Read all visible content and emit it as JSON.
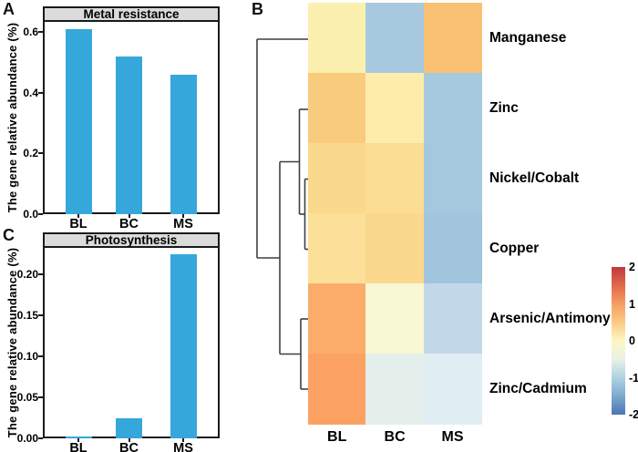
{
  "panels": {
    "a": "A",
    "b": "B",
    "c": "C"
  },
  "style": {
    "bar_color": "#35A7DB",
    "header_fill": "#DBDBDB",
    "border_color": "#1A1A1A",
    "dendrogram_color": "#3F3F3F"
  },
  "chart_data": [
    {
      "id": "metal",
      "type": "bar",
      "title": "Metal resistance",
      "ylabel": "The gene relative abundance (%)",
      "categories": [
        "BL",
        "BC",
        "MS"
      ],
      "values": [
        0.61,
        0.52,
        0.46
      ],
      "yticks": [
        0.0,
        0.2,
        0.4,
        0.6
      ],
      "ytick_labels": [
        "0.0",
        "0.2",
        "0.4",
        "0.6"
      ],
      "ylim": [
        0,
        0.63
      ],
      "grid": false,
      "legend": "none"
    },
    {
      "id": "heatmap",
      "type": "heatmap",
      "columns": [
        "BL",
        "BC",
        "MS"
      ],
      "rows": [
        "Manganese",
        "Zinc",
        "Nickel/Cobalt",
        "Copper",
        "Arsenic/Antimony",
        "Zinc/Cadmium"
      ],
      "values_zscore": [
        [
          0.3,
          -1.0,
          0.85
        ],
        [
          0.85,
          0.3,
          -1.0
        ],
        [
          0.6,
          0.55,
          -1.0
        ],
        [
          0.5,
          0.6,
          -1.1
        ],
        [
          1.1,
          0.05,
          -0.75
        ],
        [
          1.2,
          -0.3,
          -0.4
        ]
      ],
      "cell_colors": [
        [
          "#FCF0AE",
          "#A6C9DF",
          "#FAC174"
        ],
        [
          "#F9CB7D",
          "#FCEDAA",
          "#A6C9DF"
        ],
        [
          "#FBD98C",
          "#FBDD94",
          "#A4C8DE"
        ],
        [
          "#FCE09A",
          "#FBD98C",
          "#A0C5DC"
        ],
        [
          "#FBAC6B",
          "#F8F8D4",
          "#C2D8E8"
        ],
        [
          "#FBA263",
          "#E4EFEB",
          "#E0EDF3"
        ]
      ],
      "colorbar": {
        "ticks": [
          "2",
          "1",
          "0",
          "-1",
          "-2"
        ],
        "range": [
          -2,
          2
        ],
        "gradient_stops": [
          "#BE3A3C",
          "#E2684D",
          "#F59E62",
          "#FBCB85",
          "#FEF5C4",
          "#E8F2E4",
          "#AFD2E3",
          "#7CA9CE",
          "#4B74B2"
        ]
      },
      "dendrogram_segments": [
        [
          282,
          43,
          338,
          43
        ],
        [
          282,
          43,
          282,
          283
        ],
        [
          282,
          283,
          307,
          283
        ],
        [
          307,
          177.5,
          307,
          388.5
        ],
        [
          307,
          177.5,
          328.5,
          177.5
        ],
        [
          328.5,
          120,
          328.5,
          235
        ],
        [
          328.5,
          120,
          338,
          120
        ],
        [
          328.5,
          235,
          334.5,
          235
        ],
        [
          334.5,
          196.5,
          334.5,
          273.5
        ],
        [
          334.5,
          196.5,
          338,
          196.5
        ],
        [
          334.5,
          273.5,
          338,
          273.5
        ],
        [
          307,
          388.5,
          330,
          388.5
        ],
        [
          330,
          350,
          330,
          427
        ],
        [
          330,
          350,
          338,
          350
        ],
        [
          330,
          427,
          338,
          427
        ]
      ]
    },
    {
      "id": "photo",
      "type": "bar",
      "title": "Photosynthesis",
      "ylabel": "The gene relative abundance (%)",
      "categories": [
        "BL",
        "BC",
        "MS"
      ],
      "values": [
        0.002,
        0.025,
        0.225
      ],
      "yticks": [
        0.0,
        0.05,
        0.1,
        0.15,
        0.2
      ],
      "ytick_labels": [
        "0.00",
        "0.05",
        "0.10",
        "0.15",
        "0.20"
      ],
      "ylim": [
        0,
        0.235
      ],
      "grid": false,
      "legend": "none"
    }
  ]
}
